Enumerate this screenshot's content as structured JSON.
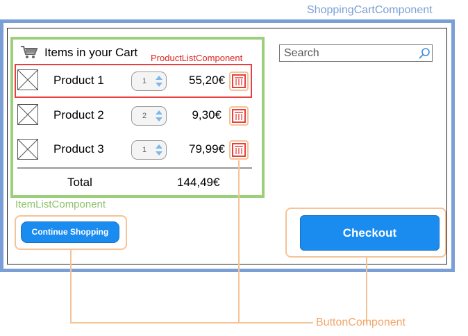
{
  "labels": {
    "shopping_cart_component": "ShoppingCartComponent",
    "item_list_component": "ItemListComponent",
    "product_list_component": "ProductListComponent",
    "button_component": "ButtonComponent"
  },
  "cart": {
    "title": "Items in your Cart",
    "items": [
      {
        "name": "Product 1",
        "qty": "1",
        "price": "55,20€"
      },
      {
        "name": "Product 2",
        "qty": "2",
        "price": "9,30€"
      },
      {
        "name": "Product 3",
        "qty": "1",
        "price": "79,99€"
      }
    ],
    "total_label": "Total",
    "total_value": "144,49€"
  },
  "search": {
    "placeholder": "Search"
  },
  "buttons": {
    "continue_shopping": "Continue Shopping",
    "checkout": "Checkout"
  },
  "colors": {
    "shopping_cart_component": "#7a9ed6",
    "item_list_component": "#9ccf7c",
    "product_list_component": "#e84040",
    "button_component": "#f5c396",
    "button_fill": "#1a8cf0"
  }
}
